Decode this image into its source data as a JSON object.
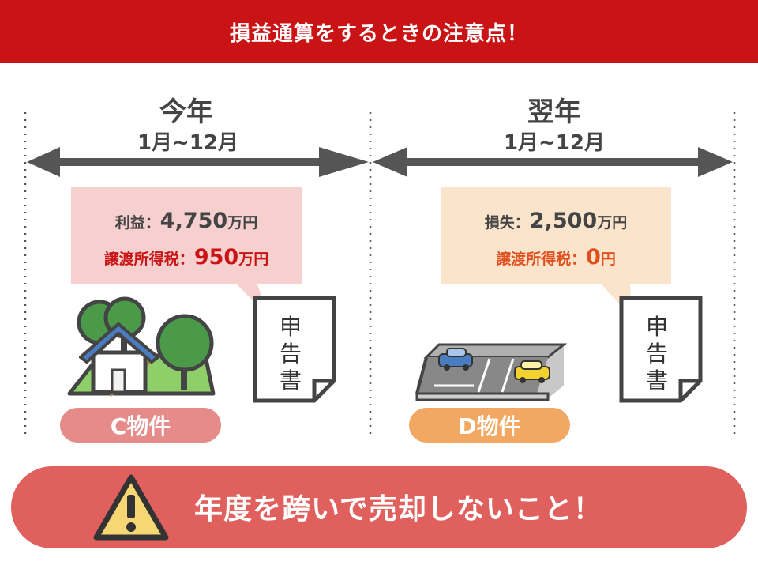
{
  "header": {
    "title": "損益通算をするときの注意点！"
  },
  "periods": [
    {
      "title": "今年",
      "range": "1月~12月"
    },
    {
      "title": "翌年",
      "range": "1月~12月"
    }
  ],
  "left_box": {
    "profit_label": "利益：",
    "profit_value": "4,750",
    "profit_unit": "万円",
    "tax_label": "譲渡所得税：",
    "tax_value": "950",
    "tax_unit": "万円"
  },
  "right_box": {
    "loss_label": "損失：",
    "loss_value": "2,500",
    "loss_unit": "万円",
    "tax_label": "譲渡所得税：",
    "tax_value": "0",
    "tax_unit": "円"
  },
  "document": {
    "chars": [
      "申",
      "告",
      "書"
    ]
  },
  "properties": [
    {
      "label": "C物件"
    },
    {
      "label": "D物件"
    }
  ],
  "warning": {
    "text": "年度を跨いで売却しないこと！"
  },
  "colors": {
    "header_red": "#c91315",
    "pink_box": "#f6cfcf",
    "peach_box": "#fbe4cc",
    "c_label": "#e58c8a",
    "d_label": "#f2a862",
    "warning_bar": "#e0605e",
    "warning_icon": "#f7d774"
  },
  "icons": [
    "arrow-icon",
    "document-icon",
    "house-icon",
    "parking-lot-icon",
    "warning-icon"
  ]
}
